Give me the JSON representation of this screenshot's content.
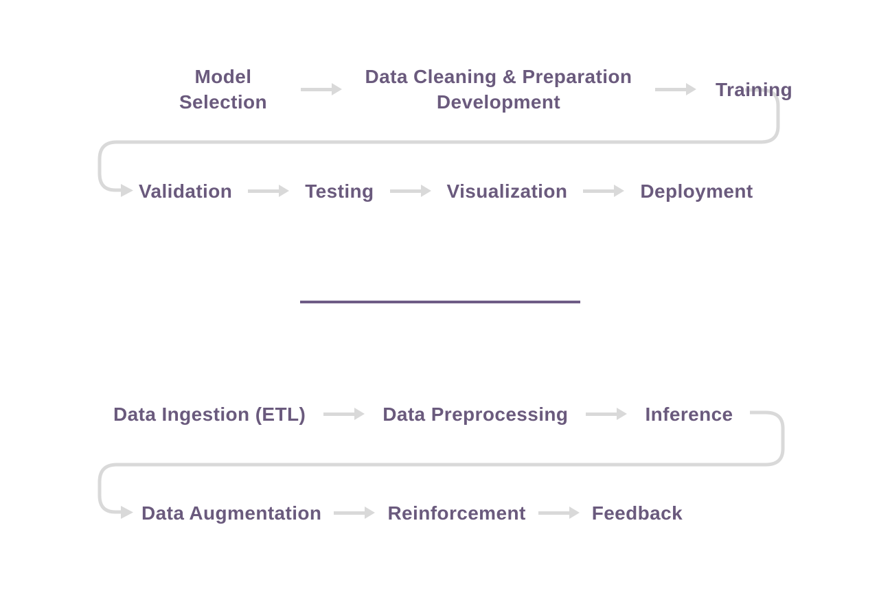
{
  "colors": {
    "bg": "#ffffff",
    "label": "#6a5a7d",
    "arrow": "#d9d9d9",
    "divider": "#6e5c86"
  },
  "flows": [
    {
      "rows": [
        {
          "steps": [
            "Model Selection",
            "Data Cleaning & Preparation Development",
            "Training"
          ]
        },
        {
          "steps": [
            "Validation",
            "Testing",
            "Visualization",
            "Deployment"
          ]
        }
      ]
    },
    {
      "rows": [
        {
          "steps": [
            "Data Ingestion (ETL)",
            "Data Preprocessing",
            "Inference"
          ]
        },
        {
          "steps": [
            "Data Augmentation",
            "Reinforcement",
            "Feedback"
          ]
        }
      ]
    }
  ]
}
